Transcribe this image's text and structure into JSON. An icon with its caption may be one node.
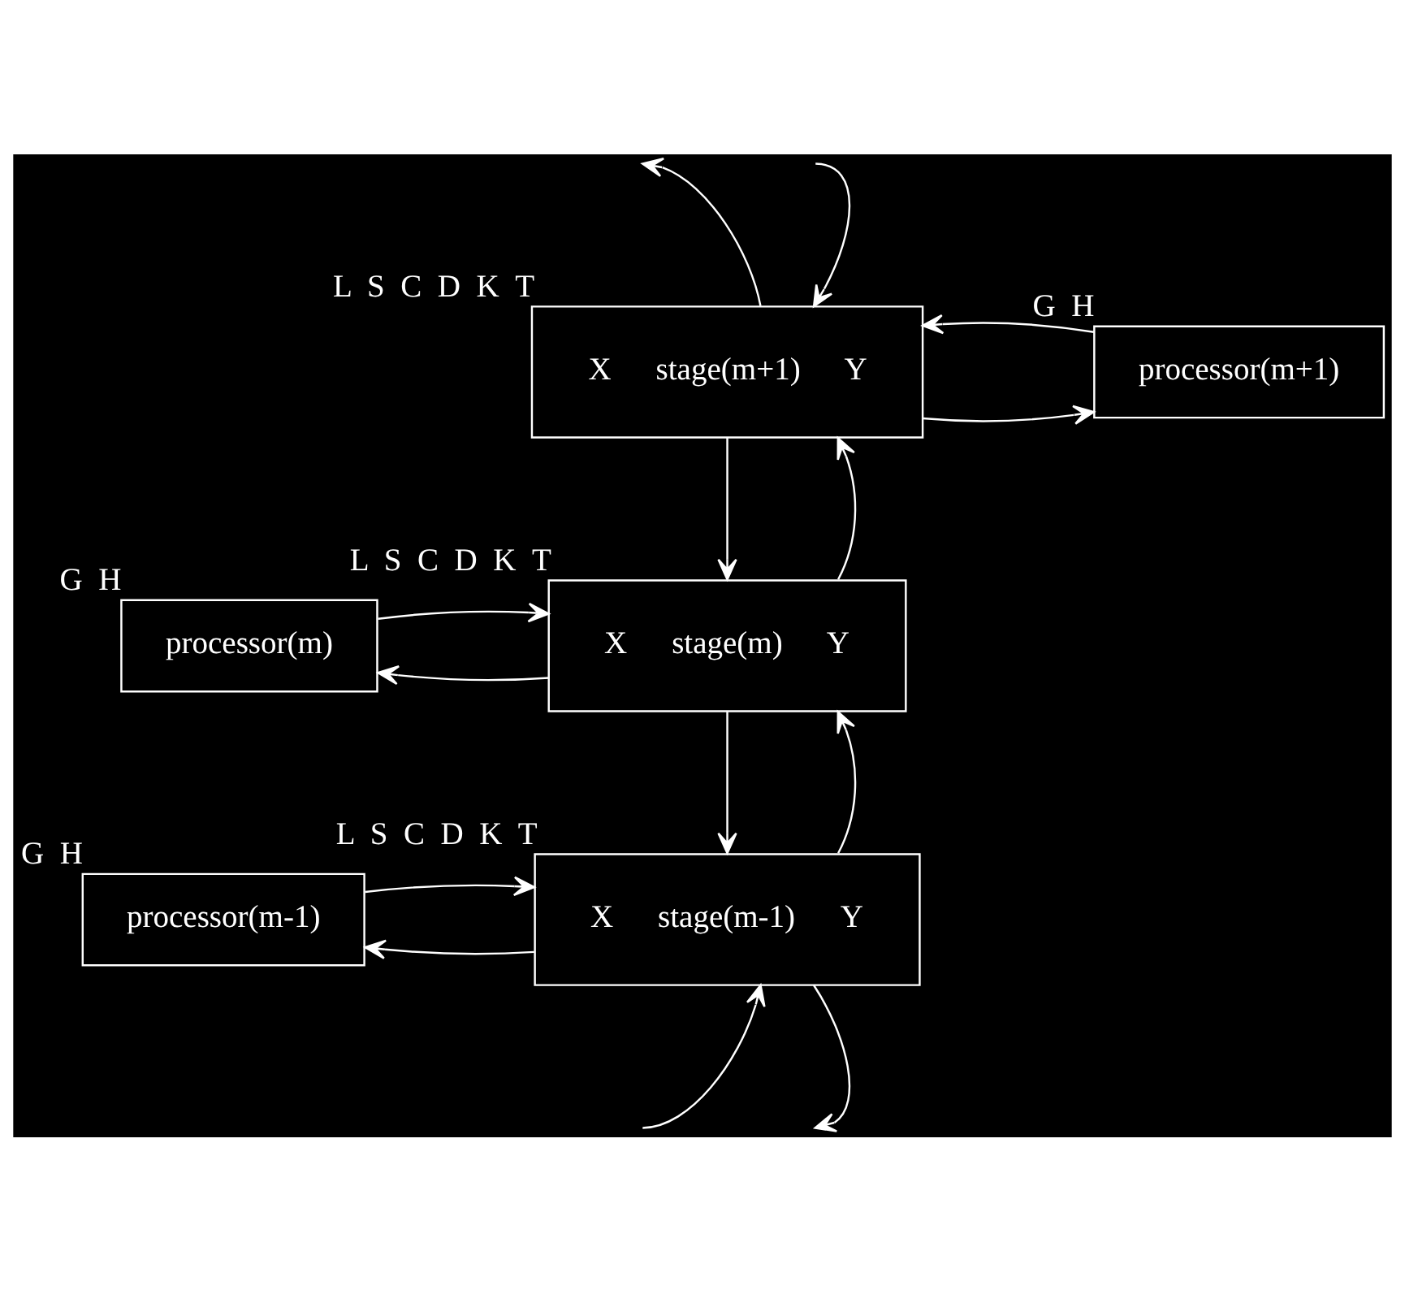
{
  "diagram": {
    "nodes": [
      {
        "text": [
          "X",
          "stage(m+1)",
          "Y"
        ],
        "beside": [
          "L",
          "S",
          "C",
          "D",
          "K",
          "T"
        ]
      },
      {
        "text": [
          "processor(m+1)"
        ],
        "beside": [
          "G",
          "H"
        ]
      },
      {
        "text": [
          "X",
          "stage(m)",
          "Y"
        ],
        "beside": [
          "L",
          "S",
          "C",
          "D",
          "K",
          "T"
        ]
      },
      {
        "text": [
          "processor(m)"
        ],
        "beside": [
          "G",
          "H"
        ]
      },
      {
        "text": [
          "X",
          "stage(m-1)",
          "Y"
        ],
        "beside": [
          "L",
          "S",
          "C",
          "D",
          "K",
          "T"
        ]
      },
      {
        "text": [
          "processor(m-1)"
        ],
        "beside": [
          "G",
          "H"
        ]
      }
    ],
    "edges": [
      {
        "from": 0,
        "to": null,
        "arrow": "to"
      },
      {
        "from": null,
        "to": 0,
        "arrow": "to"
      },
      {
        "from": 0,
        "to": 1,
        "arrow": "to"
      },
      {
        "from": 1,
        "to": 0,
        "arrow": "to"
      },
      {
        "from": 0,
        "to": 2,
        "arrow": "to"
      },
      {
        "from": 2,
        "to": 0,
        "arrow": "to"
      },
      {
        "from": 2,
        "to": 3,
        "arrow": "to"
      },
      {
        "from": 3,
        "to": 2,
        "arrow": "to"
      },
      {
        "from": 2,
        "to": 4,
        "arrow": "to"
      },
      {
        "from": 4,
        "to": 2,
        "arrow": "to"
      },
      {
        "from": 4,
        "to": 5,
        "arrow": "to"
      },
      {
        "from": 5,
        "to": 4,
        "arrow": "to"
      },
      {
        "from": null,
        "to": 4,
        "arrow": "to"
      },
      {
        "from": 4,
        "to": null,
        "arrow": "to"
      }
    ]
  }
}
